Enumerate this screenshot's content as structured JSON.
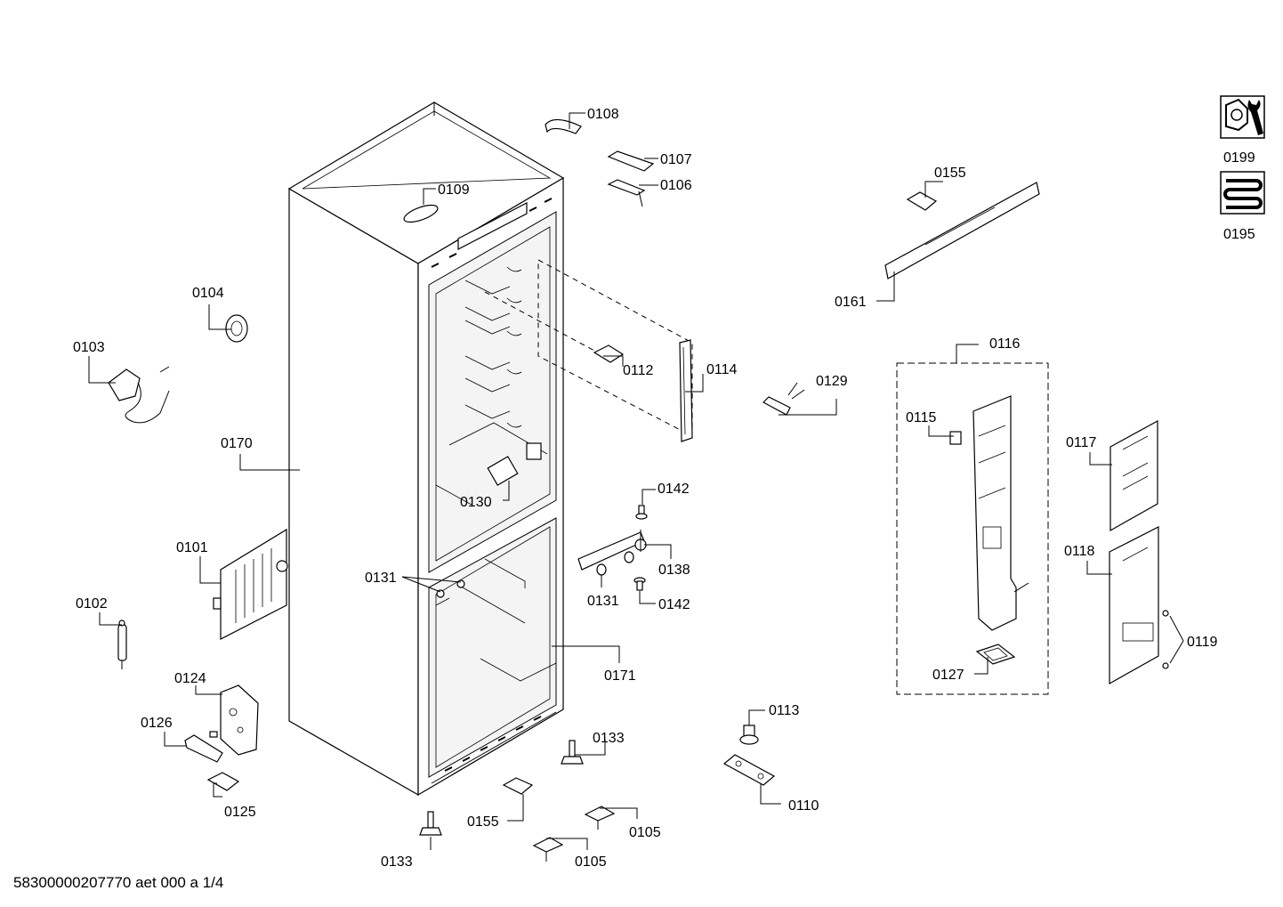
{
  "diagram": {
    "labels": {
      "p0101": "0101",
      "p0102": "0102",
      "p0103": "0103",
      "p0104": "0104",
      "p0105a": "0105",
      "p0105b": "0105",
      "p0106": "0106",
      "p0107": "0107",
      "p0108": "0108",
      "p0109": "0109",
      "p0110": "0110",
      "p0112": "0112",
      "p0113": "0113",
      "p0114": "0114",
      "p0115": "0115",
      "p0116": "0116",
      "p0117": "0117",
      "p0118": "0118",
      "p0119": "0119",
      "p0124": "0124",
      "p0125": "0125",
      "p0126": "0126",
      "p0127": "0127",
      "p0129": "0129",
      "p0130": "0130",
      "p0131a": "0131",
      "p0131b": "0131",
      "p0133a": "0133",
      "p0133b": "0133",
      "p0138": "0138",
      "p0142a": "0142",
      "p0142b": "0142",
      "p0155a": "0155",
      "p0155b": "0155",
      "p0161": "0161",
      "p0170": "0170",
      "p0171": "0171",
      "p0195": "0195",
      "p0199": "0199"
    },
    "footer": "58300000207770 aet 000 a 1/4",
    "icons": {
      "service": "wrench-nut-icon",
      "cooling": "coil-icon"
    }
  }
}
